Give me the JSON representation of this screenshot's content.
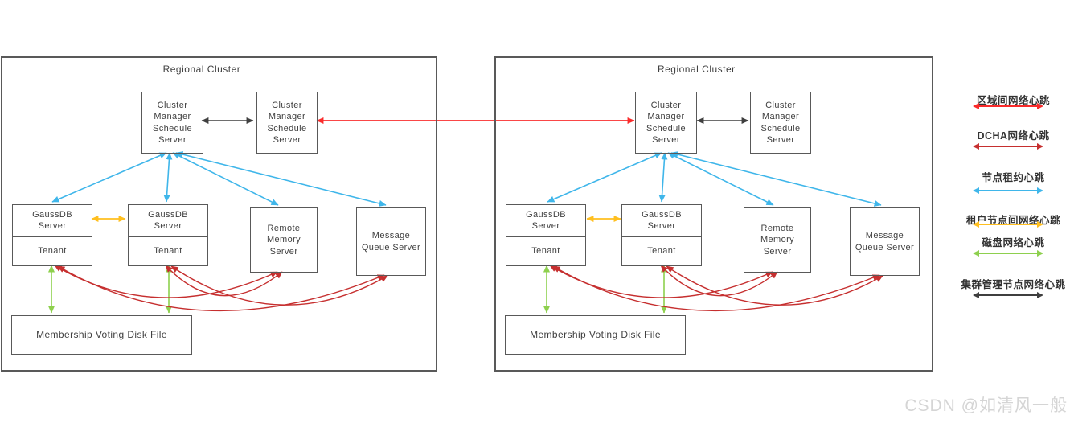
{
  "clusters": [
    {
      "title": "Regional Cluster",
      "nodes": {
        "cms_primary": "Cluster\nManager\nSchedule\nServer",
        "cms_standby": "Cluster\nManager\nSchedule\nServer",
        "gaussdb_1": "GaussDB\nServer",
        "tenant_1": "Tenant",
        "gaussdb_2": "GaussDB\nServer",
        "tenant_2": "Tenant",
        "remote_memory": "Remote\nMemory\nServer",
        "message_queue": "Message\nQueue Server",
        "voting_disk": "Membership Voting Disk File"
      }
    },
    {
      "title": "Regional Cluster",
      "nodes": {
        "cms_primary": "Cluster\nManager\nSchedule\nServer",
        "cms_standby": "Cluster\nManager\nSchedule\nServer",
        "gaussdb_1": "GaussDB\nServer",
        "tenant_1": "Tenant",
        "gaussdb_2": "GaussDB\nServer",
        "tenant_2": "Tenant",
        "remote_memory": "Remote\nMemory\nServer",
        "message_queue": "Message\nQueue Server",
        "voting_disk": "Membership Voting Disk File"
      }
    }
  ],
  "legend": {
    "items": [
      {
        "label": "区域间网络心跳",
        "color": "#fa2b2b"
      },
      {
        "label": "DCHA网络心跳",
        "color": "#c62f2f"
      },
      {
        "label": "节点租约心跳",
        "color": "#3fb6ea"
      },
      {
        "label": "租户节点间网络心跳",
        "color": "#ffbf1f"
      },
      {
        "label": "磁盘网络心跳",
        "color": "#8ed04e"
      },
      {
        "label": "集群管理节点网络心跳",
        "color": "#3f3f3f"
      }
    ]
  },
  "watermark": "CSDN @如清风一般",
  "colors": {
    "inter_region": "#fa2b2b",
    "dcha": "#c62f2f",
    "lease": "#3fb6ea",
    "tenant_net": "#ffbf1f",
    "disk": "#8ed04e",
    "cluster_mgmt": "#3f3f3f",
    "box_border": "#595959",
    "text": "#404040",
    "watermark": "#d5d5d5"
  }
}
